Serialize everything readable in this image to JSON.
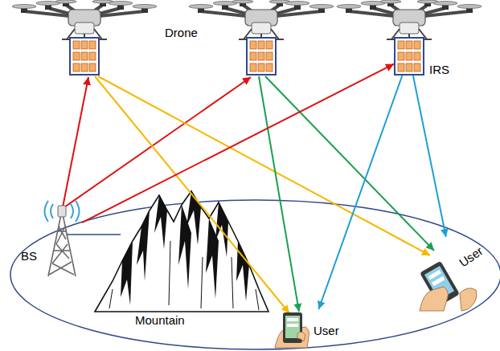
{
  "diagram": {
    "nodes": [
      {
        "text": [
          "IRS"
        ]
      },
      {
        "text": [
          "BS"
        ]
      },
      {
        "text": [
          "User"
        ]
      },
      {
        "text": [
          "User"
        ]
      }
    ],
    "edges": [
      {
        "from": 1,
        "to": 0,
        "arrow": "to"
      },
      {
        "from": 0,
        "to": 2,
        "arrow": "to"
      },
      {
        "from": 0,
        "to": 3,
        "arrow": "to"
      }
    ],
    "labels": [
      "Drone",
      "Mountain"
    ]
  }
}
